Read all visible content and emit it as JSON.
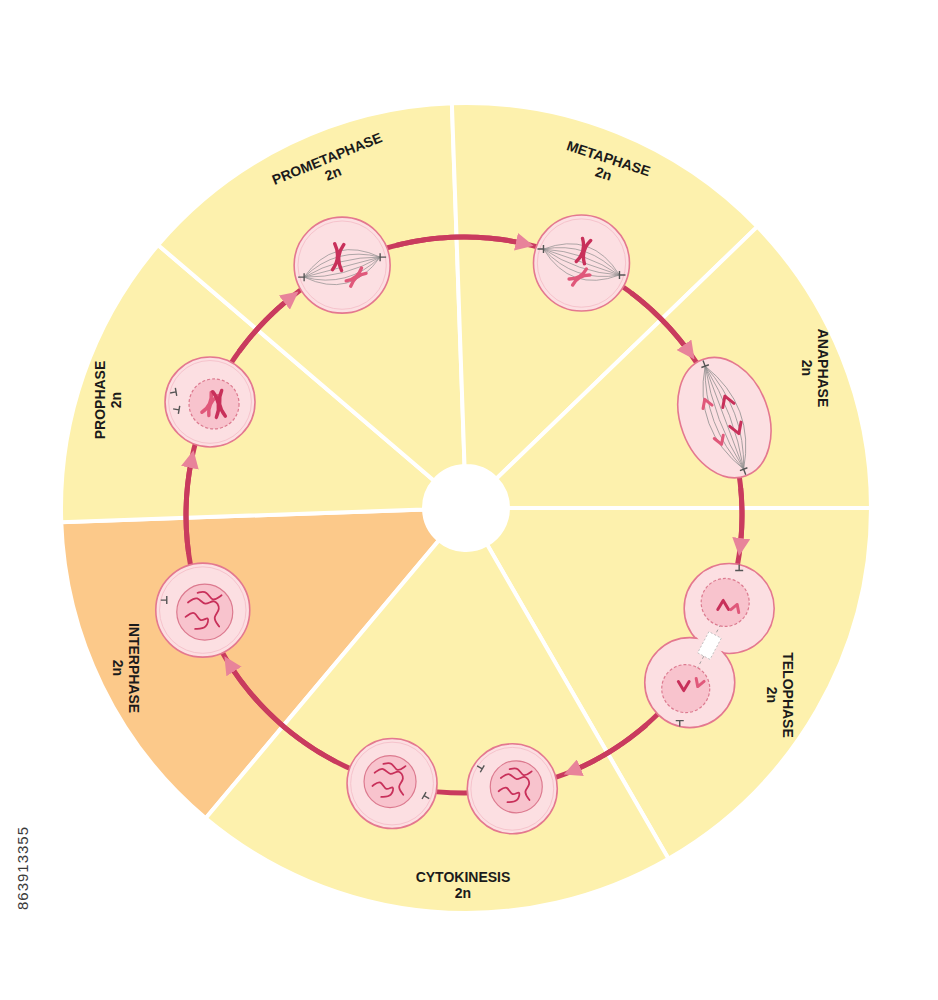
{
  "diagram": {
    "nodes": [
      {
        "text": [
          "INTERPHASE",
          "2n"
        ]
      },
      {
        "text": [
          "PROPHASE",
          "2n"
        ]
      },
      {
        "text": [
          "PROMETAPHASE",
          "2n"
        ]
      },
      {
        "text": [
          "METAPHASE",
          "2n"
        ]
      },
      {
        "text": [
          "ANAPHASE",
          "2n"
        ]
      },
      {
        "text": [
          "TELOPHASE",
          "2n"
        ]
      },
      {
        "text": [
          "CYTOKINESIS",
          "2n"
        ]
      }
    ],
    "edges": [
      {
        "from": 0,
        "to": 1,
        "arrow": "to"
      },
      {
        "from": 1,
        "to": 2,
        "arrow": "to"
      },
      {
        "from": 2,
        "to": 3,
        "arrow": "to"
      },
      {
        "from": 3,
        "to": 4,
        "arrow": "to"
      },
      {
        "from": 4,
        "to": 5,
        "arrow": "to"
      },
      {
        "from": 5,
        "to": 6,
        "arrow": "to"
      },
      {
        "from": 6,
        "to": 0,
        "arrow": "to"
      }
    ],
    "labels": [
      "863913355"
    ]
  }
}
